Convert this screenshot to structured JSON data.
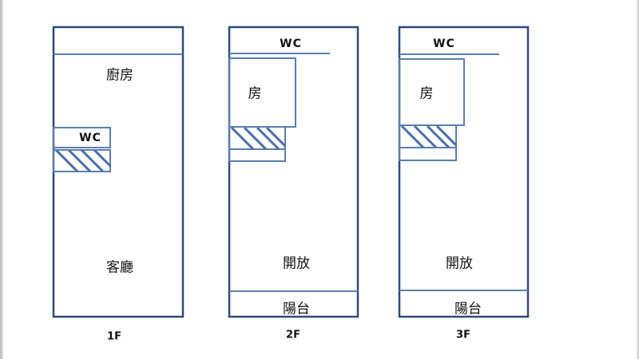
{
  "floors": [
    {
      "floor_label": "1F",
      "rooms": {
        "kitchen": "廚房",
        "wc": "WC",
        "living": "客廳"
      }
    },
    {
      "floor_label": "2F",
      "rooms": {
        "wc": "WC",
        "bedroom": "房",
        "open": "開放",
        "balcony": "陽台"
      }
    },
    {
      "floor_label": "3F",
      "rooms": {
        "wc": "WC",
        "bedroom": "房",
        "open": "開放",
        "balcony": "陽台"
      }
    }
  ],
  "colors": {
    "wall": "#2e4a78",
    "partition": "#5a7fb0"
  }
}
